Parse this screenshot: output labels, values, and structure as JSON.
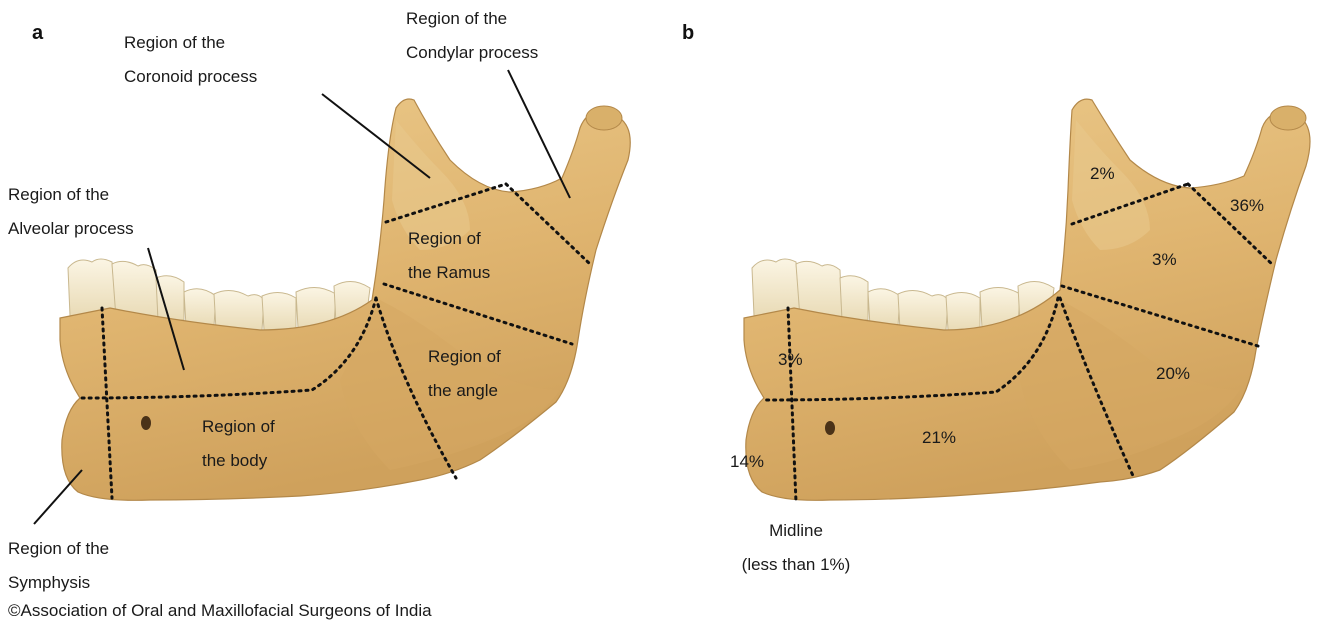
{
  "panel_a": {
    "letter": "a",
    "labels": {
      "coronoid": [
        "Region of the",
        "Coronoid process"
      ],
      "condylar": [
        "Region of the",
        "Condylar process"
      ],
      "alveolar": [
        "Region of the",
        "Alveolar process"
      ],
      "ramus": [
        "Region of",
        "the Ramus"
      ],
      "angle": [
        "Region of",
        "the angle"
      ],
      "body": [
        "Region of",
        "the body"
      ],
      "symphysis": [
        "Region of the",
        "Symphysis"
      ]
    }
  },
  "panel_b": {
    "letter": "b",
    "percentages": {
      "coronoid": "2%",
      "condylar": "36%",
      "ramus": "3%",
      "alveolar": "3%",
      "angle": "20%",
      "body": "21%",
      "symphysis": "14%"
    },
    "midline": [
      "Midline",
      "(less than 1%)"
    ]
  },
  "copyright": "©Association of Oral and Maxillofacial Surgeons of India",
  "colors": {
    "bone": "#e2bc78",
    "bone_shadow": "#c79a55",
    "tooth": "#f4ead0",
    "line": "#111111"
  }
}
